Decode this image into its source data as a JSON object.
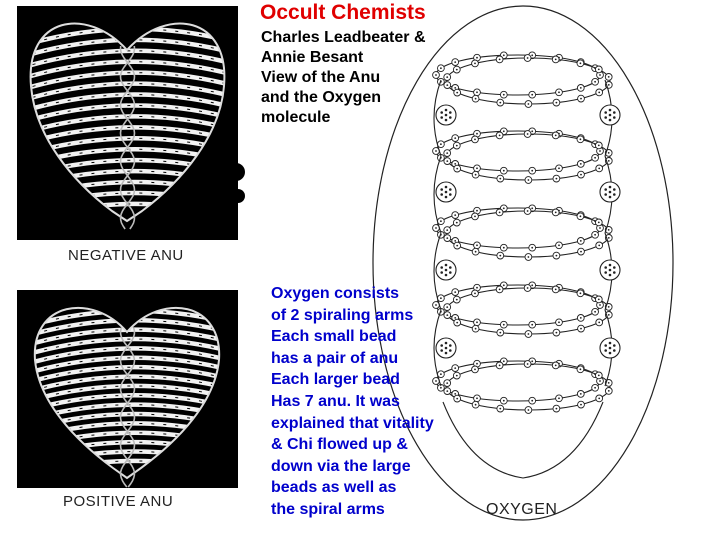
{
  "title": "Occult Chemists",
  "credits": [
    "Charles Leadbeater &",
    "Annie Besant",
    "View of the Anu",
    "and the Oxygen",
    "molecule"
  ],
  "notes": [
    "Oxygen consists",
    "of 2 spiraling arms",
    "Each small bead",
    "has a pair of anu",
    "Each larger bead",
    "Has 7 anu. It was",
    "explained that vitality",
    "& Chi flowed up &",
    "down via the large",
    "beads as well as",
    "the spiral arms"
  ],
  "figures": {
    "negative_caption": "NEGATIVE   ANU",
    "positive_caption": "POSITIVE   ANU",
    "oxygen_caption": "OXYGEN"
  },
  "colors": {
    "title": "#e00000",
    "notes": "#0000cc",
    "panel": "#000000"
  }
}
